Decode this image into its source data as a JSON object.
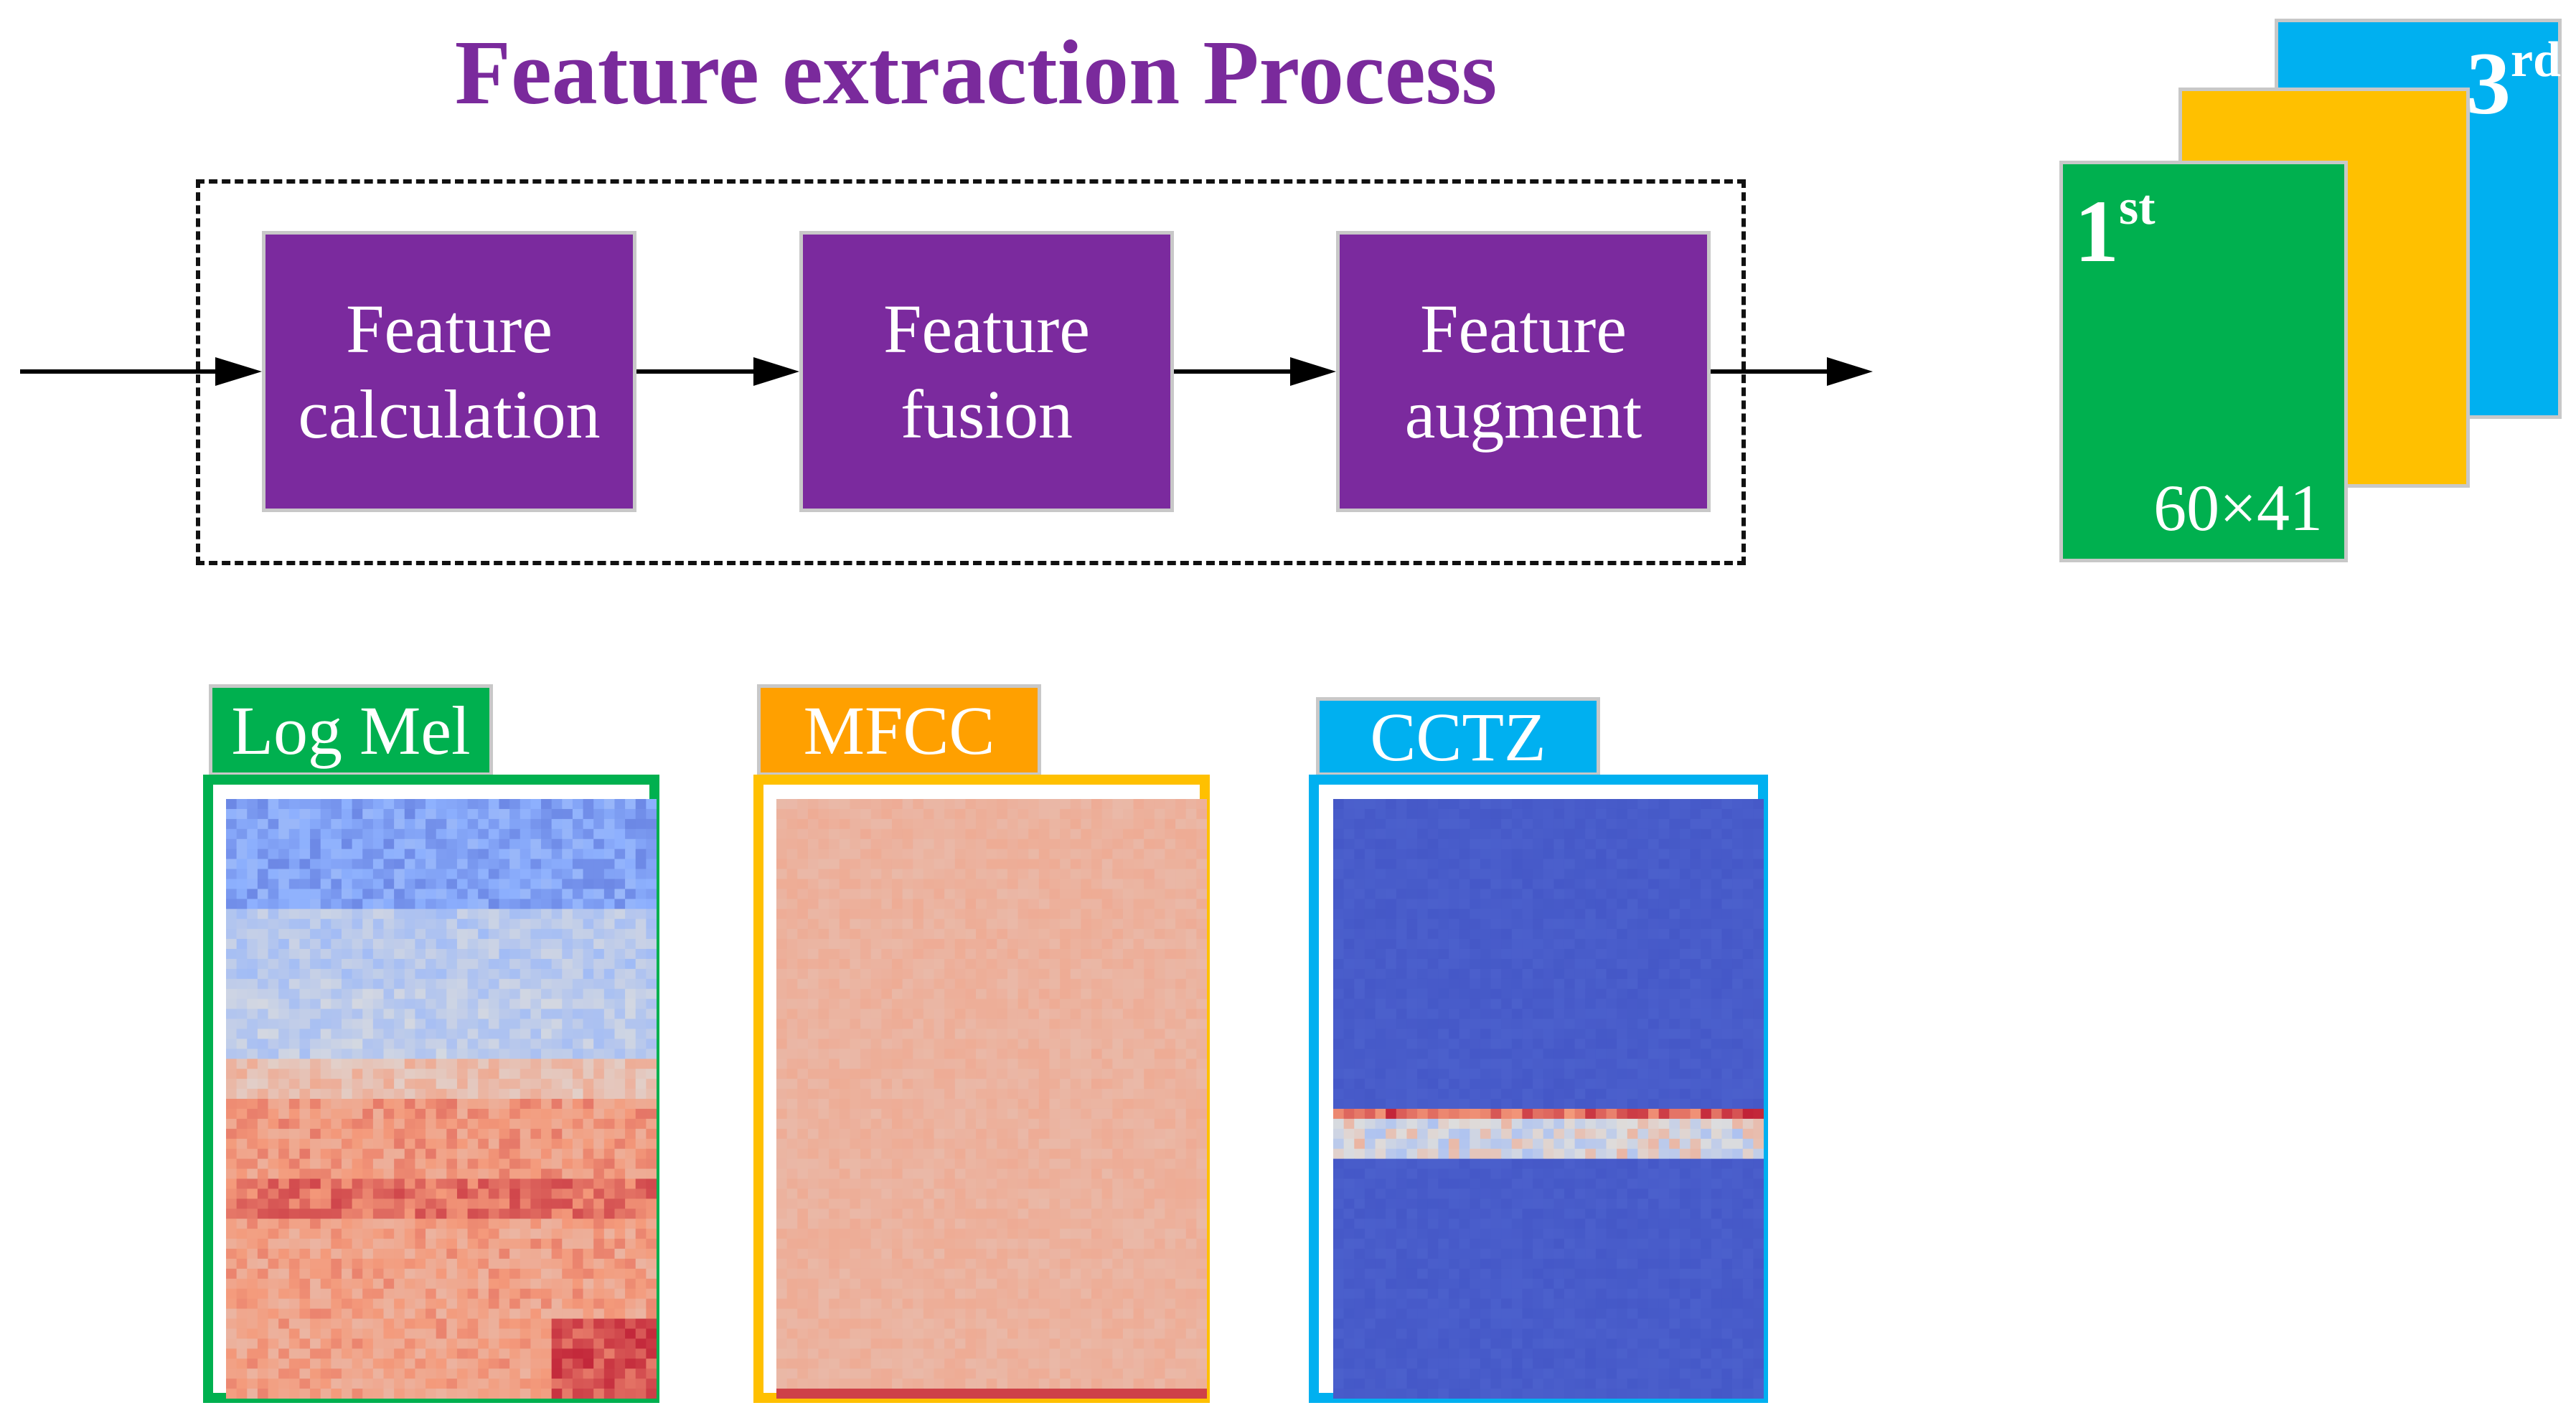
{
  "title": "Feature extraction Process",
  "colors": {
    "purple": "#7b2a9e",
    "green": "#00b04f",
    "orange": "#ffc000",
    "blue": "#00b0f0",
    "mfcc_tab": "#ffa000"
  },
  "process_steps": [
    {
      "label": "Feature\ncalculation"
    },
    {
      "label": "Feature\nfusion"
    },
    {
      "label": "Feature\naugment"
    }
  ],
  "channel_stack": {
    "front_label": "1",
    "front_sup": "st",
    "back_label": "3",
    "back_sup": "rd",
    "size": "60×41"
  },
  "features": [
    {
      "label": "Log Mel",
      "icon": "heatmap-log-mel"
    },
    {
      "label": "MFCC",
      "icon": "heatmap-mfcc"
    },
    {
      "label": "CCTZ",
      "icon": "heatmap-cctz"
    }
  ]
}
